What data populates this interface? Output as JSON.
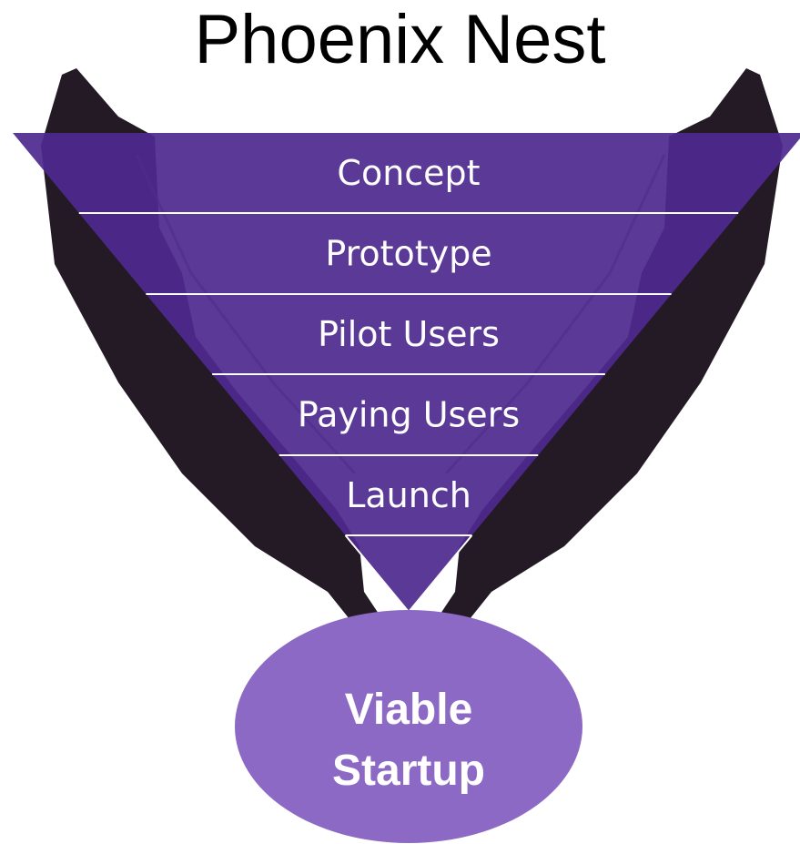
{
  "title": "Phoenix Nest",
  "colors": {
    "funnel": "#4f2a8f",
    "separator": "#ffffff",
    "result": "#8c69c4",
    "bird": "#231a26"
  },
  "funnel": {
    "stages": [
      {
        "label": "Concept"
      },
      {
        "label": "Prototype"
      },
      {
        "label": "Pilot Users"
      },
      {
        "label": "Paying Users"
      },
      {
        "label": "Launch"
      }
    ]
  },
  "result": {
    "line1": "Viable",
    "line2": "Startup"
  },
  "background": {
    "image": "phoenix-silhouette"
  }
}
